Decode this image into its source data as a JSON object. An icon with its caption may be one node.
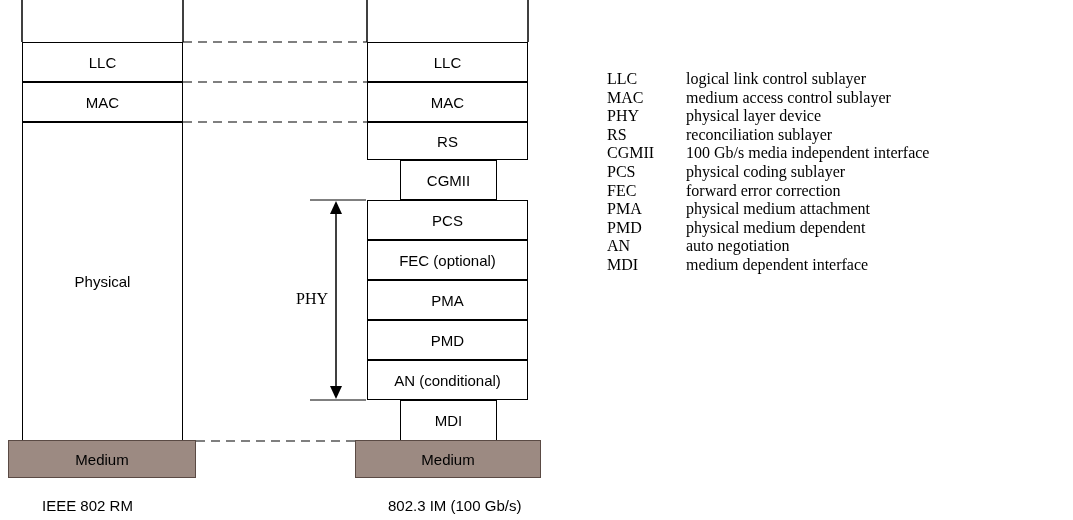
{
  "diagram": {
    "nodes": [
      {
        "text": [
          "LLC"
        ]
      },
      {
        "text": [
          "MAC"
        ]
      },
      {
        "text": [
          "Physical"
        ]
      },
      {
        "text": [
          "Medium"
        ]
      },
      {
        "text": [
          "LLC"
        ]
      },
      {
        "text": [
          "MAC"
        ]
      },
      {
        "text": [
          "RS"
        ]
      },
      {
        "text": [
          "CGMII"
        ]
      },
      {
        "text": [
          "PCS"
        ]
      },
      {
        "text": [
          "FEC (optional)"
        ]
      },
      {
        "text": [
          "PMA"
        ]
      },
      {
        "text": [
          "PMD"
        ]
      },
      {
        "text": [
          "AN (conditional)"
        ]
      },
      {
        "text": [
          "MDI"
        ]
      },
      {
        "text": [
          "Medium"
        ]
      }
    ],
    "labels": [
      "PHY",
      "IEEE 802 RM",
      "802.3 IM (100 Gb/s)",
      "LLC",
      "logical link control sublayer",
      "MAC",
      "medium access control sublayer",
      "PHY",
      "physical layer device",
      "RS",
      "reconciliation sublayer",
      "CGMII",
      "100 Gb/s media independent interface",
      "PCS",
      "physical coding sublayer",
      "FEC",
      "forward error correction",
      "PMA",
      "physical medium attachment",
      "PMD",
      "physical medium dependent",
      "AN",
      "auto negotiation",
      "MDI",
      "medium dependent interface"
    ]
  }
}
